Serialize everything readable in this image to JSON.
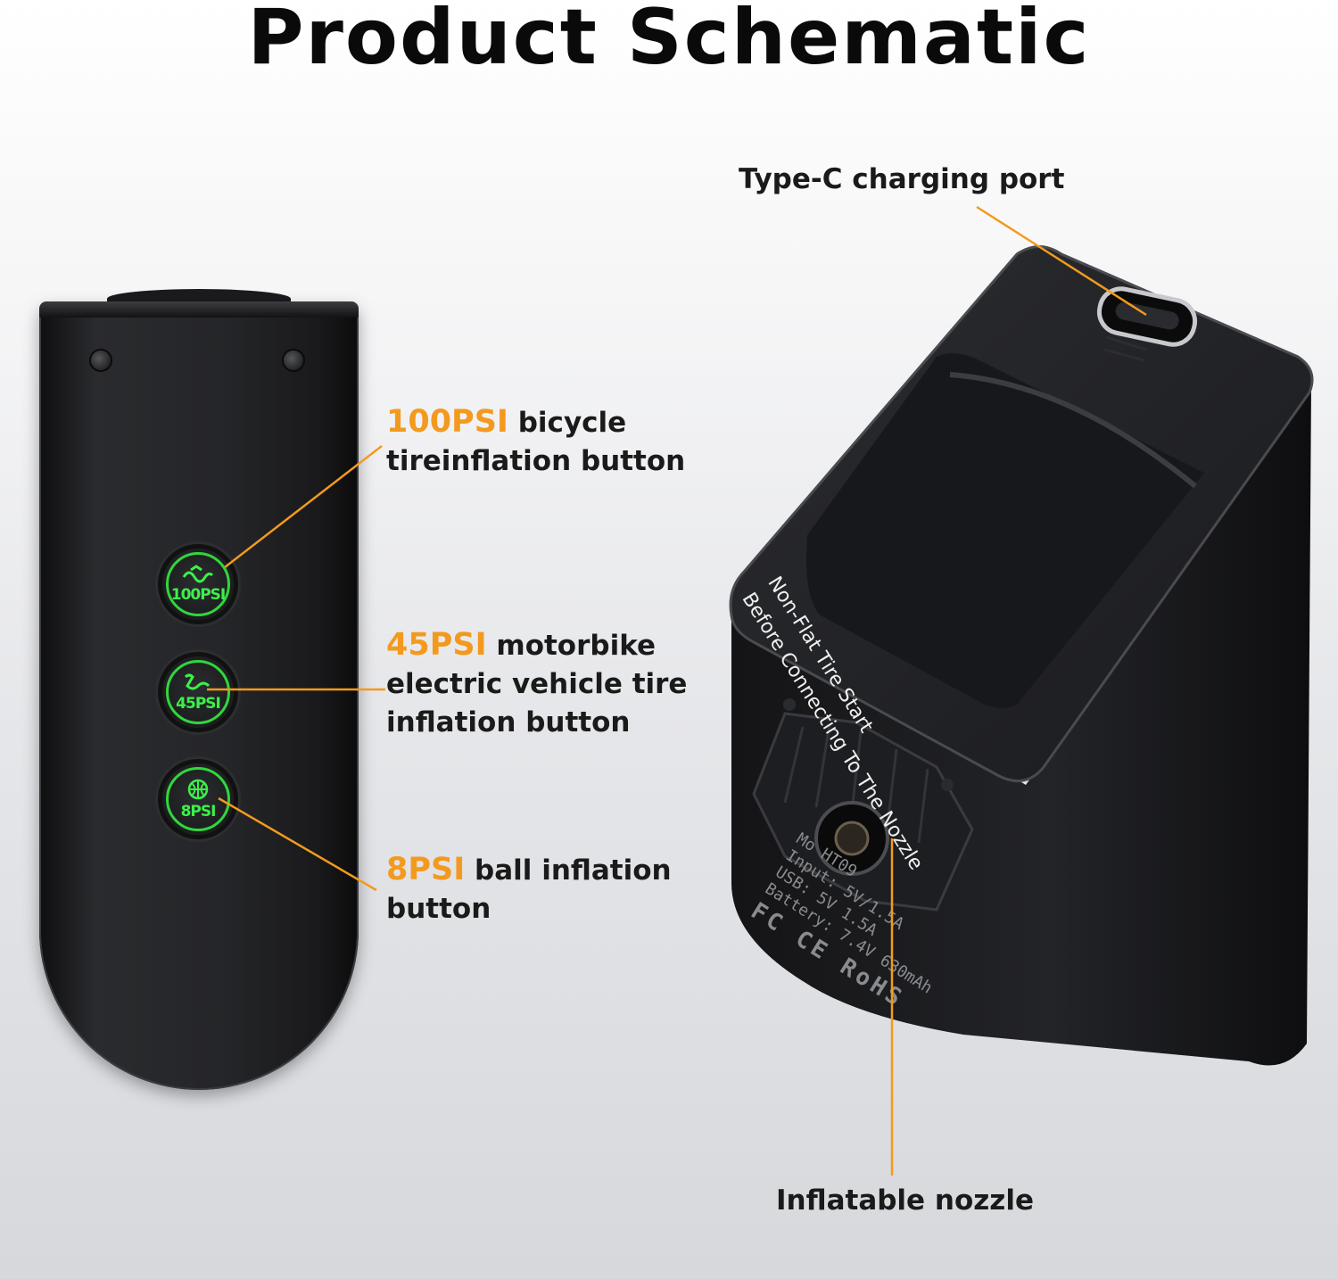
{
  "header": {
    "title": "Product Schematic"
  },
  "remote": {
    "buttons": [
      {
        "icon": "bicycle-icon",
        "label": "100PSI"
      },
      {
        "icon": "motorbike-icon",
        "label": "45PSI"
      },
      {
        "icon": "ball-icon",
        "label": "8PSI"
      }
    ]
  },
  "callouts": {
    "bicycle": {
      "highlight": "100PSI",
      "line1_rest": " bicycle",
      "line2": "tireinflation button"
    },
    "motorbike": {
      "highlight": "45PSI",
      "line1_rest": " motorbike",
      "line2": "electric vehicle tire",
      "line3": "inflation button"
    },
    "ball": {
      "highlight": "8PSI",
      "line1_rest": " ball inflation",
      "line2": "button"
    },
    "type_c": {
      "text": "Type-C charging port"
    },
    "nozzle": {
      "text": "Inflatable nozzle"
    }
  },
  "pump": {
    "warning_line1": "Non-Flat Tire Start",
    "warning_line2": "Before Connecting To The Nozzle",
    "spec_model": "Mo   HT09",
    "spec_input": "Input: 5V/1.5A",
    "spec_usb": "USB: 5V 1.5A",
    "spec_battery": "Battery: 7.4V 630mAh",
    "marks": "FC CE RoHS"
  },
  "colors": {
    "accent": "#f39a1e",
    "button_glow": "#3cf04a",
    "device_body": "#1f2023",
    "text": "#1a1a1a"
  }
}
